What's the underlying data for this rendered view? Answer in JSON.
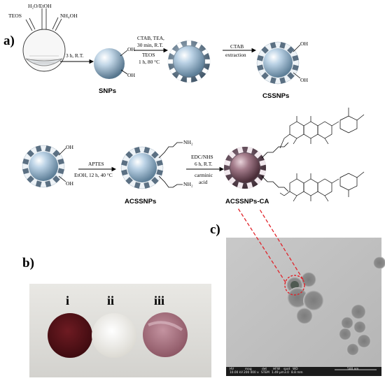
{
  "panels": {
    "a": "a)",
    "b": "b)",
    "c": "c)"
  },
  "flask": {
    "reagent_top": "H₂O/EtOH",
    "reagent_left": "TEOS",
    "reagent_right": "NH₄OH"
  },
  "step1": {
    "conditions": "3 h, R.T."
  },
  "step2": {
    "line1": "CTAB, TEA,",
    "line2": "30 min, R.T.",
    "line3": "TEOS",
    "line4": "1 h, 80 °C"
  },
  "step3": {
    "line1": "CTAB",
    "line2": "extraction"
  },
  "step4": {
    "line1": "APTES",
    "line2": "EtOH, 12 h, 40 °C"
  },
  "step5": {
    "line1": "EDC/NHS",
    "line2": "6 h, R.T.",
    "line3": "carminic",
    "line4": "acid"
  },
  "products": {
    "snps": "SNPs",
    "cssnps": "CSSNPs",
    "acssnps": "ACSSNPs",
    "acssnps_ca": "ACSSNPs-CA"
  },
  "groups": {
    "oh": "OH",
    "nh2": "NH₂"
  },
  "samples": {
    "i": "i",
    "ii": "ii",
    "iii": "iii"
  },
  "tem_scalebar": {
    "hv": "HV",
    "hv_val": "10.00 kV",
    "mag": "mag",
    "mag_val": "200 000 x",
    "det": "det",
    "det_val": "STEM",
    "hfw": "HFW",
    "hfw_val": "1.49 μm",
    "spot": "spot",
    "spot_val": "3.0",
    "wd": "WD",
    "wd_val": "8.8 mm",
    "scale": "500 nm"
  },
  "colors": {
    "sphere_blue": "#a9c3d9",
    "sphere_dark": "#5d7f99",
    "sphere_ca": "#8e6a78",
    "disc_red": "#5a1418",
    "disc_white": "#f4f2ee",
    "disc_pink": "#b07a86",
    "highlight_red": "#e0232a"
  }
}
